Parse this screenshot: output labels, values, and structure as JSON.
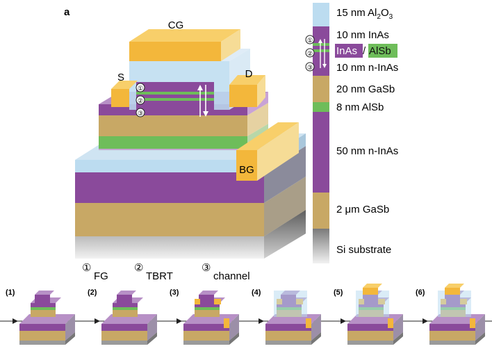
{
  "panel_label": "a",
  "device_labels": {
    "control_gate": "CG",
    "source": "S",
    "drain": "D",
    "back_gate": "BG"
  },
  "markers": [
    "①",
    "②",
    "③"
  ],
  "stack_layers": [
    {
      "text": "15 nm Al",
      "sub": "2",
      "text2": "O",
      "sub2": "3"
    },
    {
      "text": "10 nm InAs"
    },
    {
      "text": "InAs",
      "sep": "/",
      "text2": "AlSb"
    },
    {
      "text": "10 nm n-InAs"
    },
    {
      "text": "20 nm GaSb"
    },
    {
      "text": "8 nm AlSb"
    },
    {
      "text": "50 nm n-InAs"
    },
    {
      "text": "2 μm GaSb"
    },
    {
      "text": "Si substrate"
    }
  ],
  "legend": [
    {
      "marker": "①",
      "label": "FG"
    },
    {
      "marker": "②",
      "label": "TBRT"
    },
    {
      "marker": "③",
      "label": "channel"
    }
  ],
  "steps": [
    "(1)",
    "(2)",
    "(3)",
    "(4)",
    "(5)",
    "(6)"
  ],
  "colors": {
    "purple": "#8a4a9b",
    "tan": "#c8a865",
    "green": "#6ebd5a",
    "gold": "#f3b73b",
    "lightblue": "#bcdcf0",
    "grey": "#8a8a8a"
  }
}
